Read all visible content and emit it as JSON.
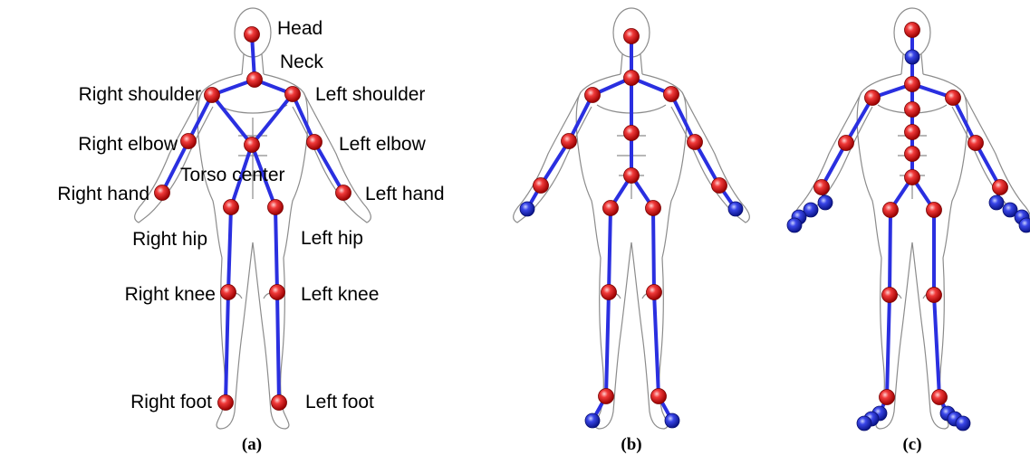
{
  "colors": {
    "bone": "#2a2fe0",
    "joint_red": "#e0141b",
    "joint_blue": "#1b2bd6",
    "outline": "#8c8c8c"
  },
  "captions": {
    "a": "(a)",
    "b": "(b)",
    "c": "(c)"
  },
  "labels": {
    "head": "Head",
    "neck": "Neck",
    "right_shoulder": "Right shoulder",
    "left_shoulder": "Left shoulder",
    "right_elbow": "Right elbow",
    "left_elbow": "Left elbow",
    "torso_center": "Torso center",
    "right_hand": "Right hand",
    "left_hand": "Left hand",
    "right_hip": "Right hip",
    "left_hip": "Left hip",
    "right_knee": "Right knee",
    "left_knee": "Left knee",
    "right_foot": "Right foot",
    "left_foot": "Left foot"
  }
}
